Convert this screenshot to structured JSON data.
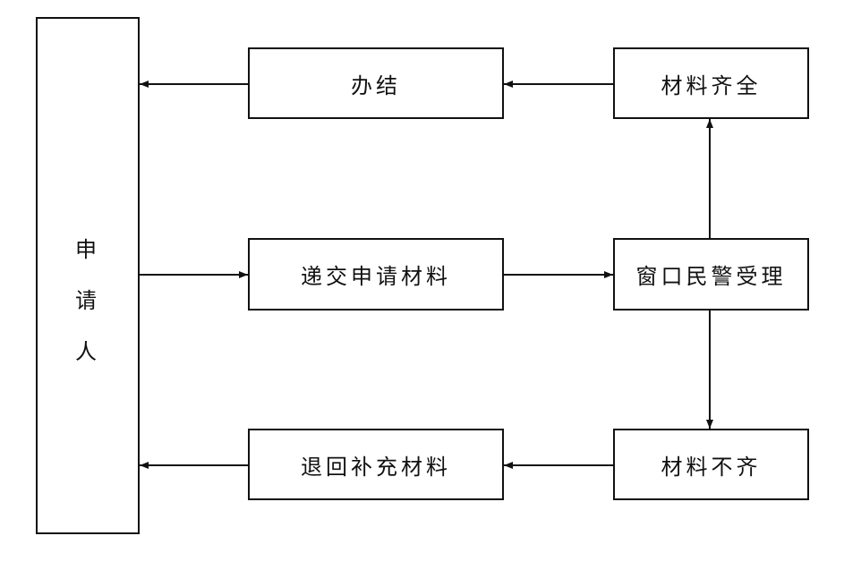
{
  "applicant": {
    "chars": [
      "申",
      "请",
      "人"
    ]
  },
  "nodes": {
    "done": "办结",
    "materials_complete": "材料齐全",
    "submit_materials": "递交申请材料",
    "window_police": "窗口民警受理",
    "return_materials": "退回补充材料",
    "materials_incomplete": "材料不齐"
  },
  "colors": {
    "stroke": "#111111",
    "background": "#ffffff"
  }
}
